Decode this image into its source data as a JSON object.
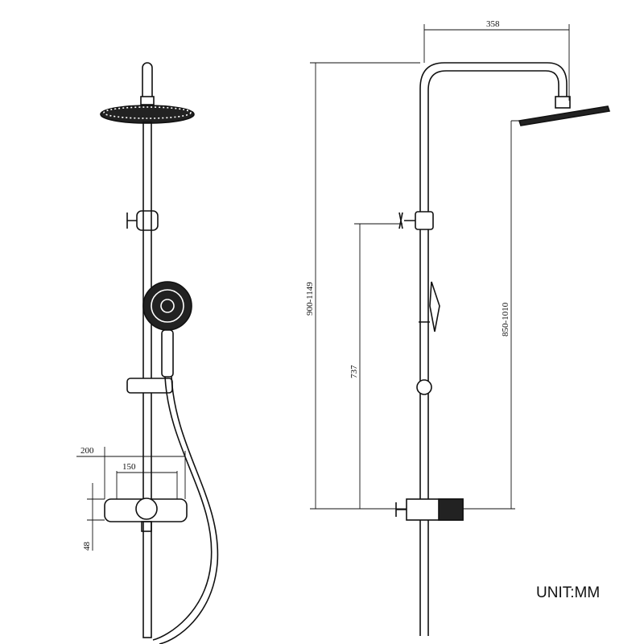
{
  "dimensions": {
    "arm_width": "358",
    "total_height": "900-1149",
    "slide_height": "737",
    "head_height": "850-1010",
    "mixer_width": "200",
    "mixer_centers": "150",
    "mixer_height": "48"
  },
  "unit_label": "UNIT:MM"
}
